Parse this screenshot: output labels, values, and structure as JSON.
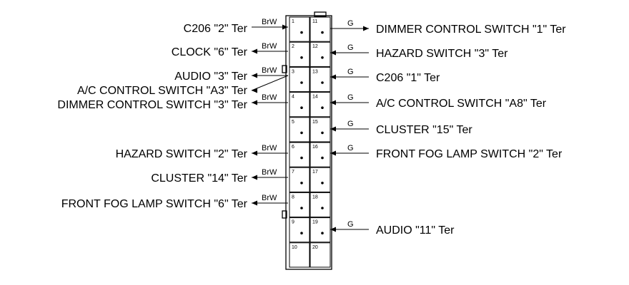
{
  "connector": {
    "left_pins": [
      "1",
      "2",
      "3",
      "4",
      "5",
      "6",
      "7",
      "8",
      "9",
      "10"
    ],
    "right_pins": [
      "11",
      "12",
      "13",
      "14",
      "15",
      "16",
      "17",
      "18",
      "19",
      "20"
    ]
  },
  "left_wires": [
    {
      "label": "C206 \"2\" Ter",
      "color": "BrW",
      "pin": "1",
      "dir": "in"
    },
    {
      "label": "CLOCK \"6\" Ter",
      "color": "BrW",
      "pin": "2",
      "dir": "out"
    },
    {
      "label": "AUDIO \"3\" Ter",
      "color": "BrW",
      "pin": "3",
      "dir": "out"
    },
    {
      "label": "A/C CONTROL SWITCH \"A3\" Ter",
      "color": "",
      "pin": "3",
      "dir": "out"
    },
    {
      "label": "DIMMER CONTROL SWITCH \"3\" Ter",
      "color": "BrW",
      "pin": "4",
      "dir": "out"
    },
    {
      "label": "HAZARD SWITCH \"2\" Ter",
      "color": "BrW",
      "pin": "6",
      "dir": "out"
    },
    {
      "label": "CLUSTER \"14\" Ter",
      "color": "BrW",
      "pin": "7",
      "dir": "out"
    },
    {
      "label": "FRONT FOG LAMP SWITCH \"6\" Ter",
      "color": "BrW",
      "pin": "8",
      "dir": "out"
    }
  ],
  "right_wires": [
    {
      "label": "DIMMER CONTROL SWITCH \"1\" Ter",
      "color": "G",
      "pin": "11",
      "dir": "out"
    },
    {
      "label": "HAZARD SWITCH \"3\" Ter",
      "color": "G",
      "pin": "12",
      "dir": "in"
    },
    {
      "label": "C206 \"1\" Ter",
      "color": "G",
      "pin": "13",
      "dir": "in"
    },
    {
      "label": "A/C CONTROL SWITCH \"A8\" Ter",
      "color": "G",
      "pin": "14",
      "dir": "in"
    },
    {
      "label": "CLUSTER \"15\" Ter",
      "color": "G",
      "pin": "15",
      "dir": "in"
    },
    {
      "label": "FRONT FOG LAMP SWITCH \"2\" Ter",
      "color": "G",
      "pin": "16",
      "dir": "in"
    },
    {
      "label": "AUDIO \"11\" Ter",
      "color": "G",
      "pin": "19",
      "dir": "in"
    }
  ]
}
